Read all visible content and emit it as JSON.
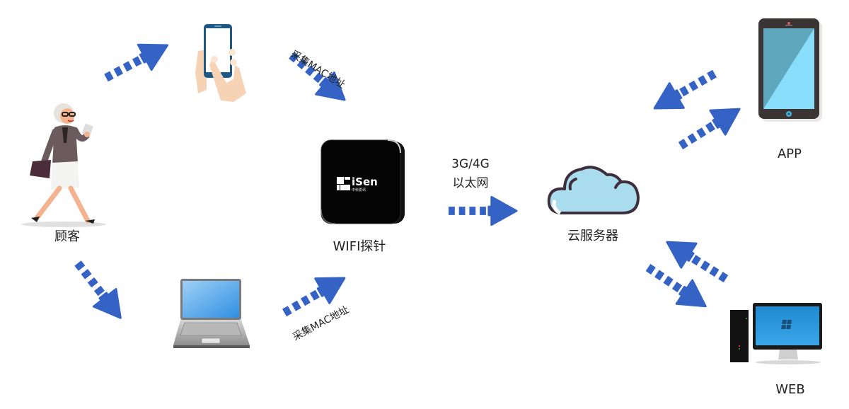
{
  "diagram": {
    "accent_color": "#3463c5",
    "nodes": {
      "customer": {
        "label": "顾客",
        "icon": "walking-woman-icon"
      },
      "smartphone": {
        "label": "",
        "icon": "hand-holding-smartphone-icon"
      },
      "laptop": {
        "label": "",
        "icon": "laptop-icon"
      },
      "probe": {
        "label": "WIFI探针",
        "icon": "wifi-probe-device-icon",
        "brand": "iSen",
        "brand_sub": "中科爱讯"
      },
      "cloud": {
        "label": "云服务器",
        "icon": "cloud-icon"
      },
      "app": {
        "label": "APP",
        "icon": "tablet-icon"
      },
      "web": {
        "label": "WEB",
        "icon": "desktop-computer-icon"
      }
    },
    "edges": [
      {
        "from": "customer",
        "to": "smartphone",
        "label": ""
      },
      {
        "from": "customer",
        "to": "laptop",
        "label": ""
      },
      {
        "from": "smartphone",
        "to": "probe",
        "label": "采集MAC地址"
      },
      {
        "from": "laptop",
        "to": "probe",
        "label": "采集MAC地址"
      },
      {
        "from": "probe",
        "to": "cloud",
        "label_line1": "3G/4G",
        "label_line2": "以太网"
      },
      {
        "from": "cloud",
        "to": "app",
        "label": "",
        "bidirectional": true
      },
      {
        "from": "cloud",
        "to": "web",
        "label": "",
        "bidirectional": true
      }
    ]
  }
}
